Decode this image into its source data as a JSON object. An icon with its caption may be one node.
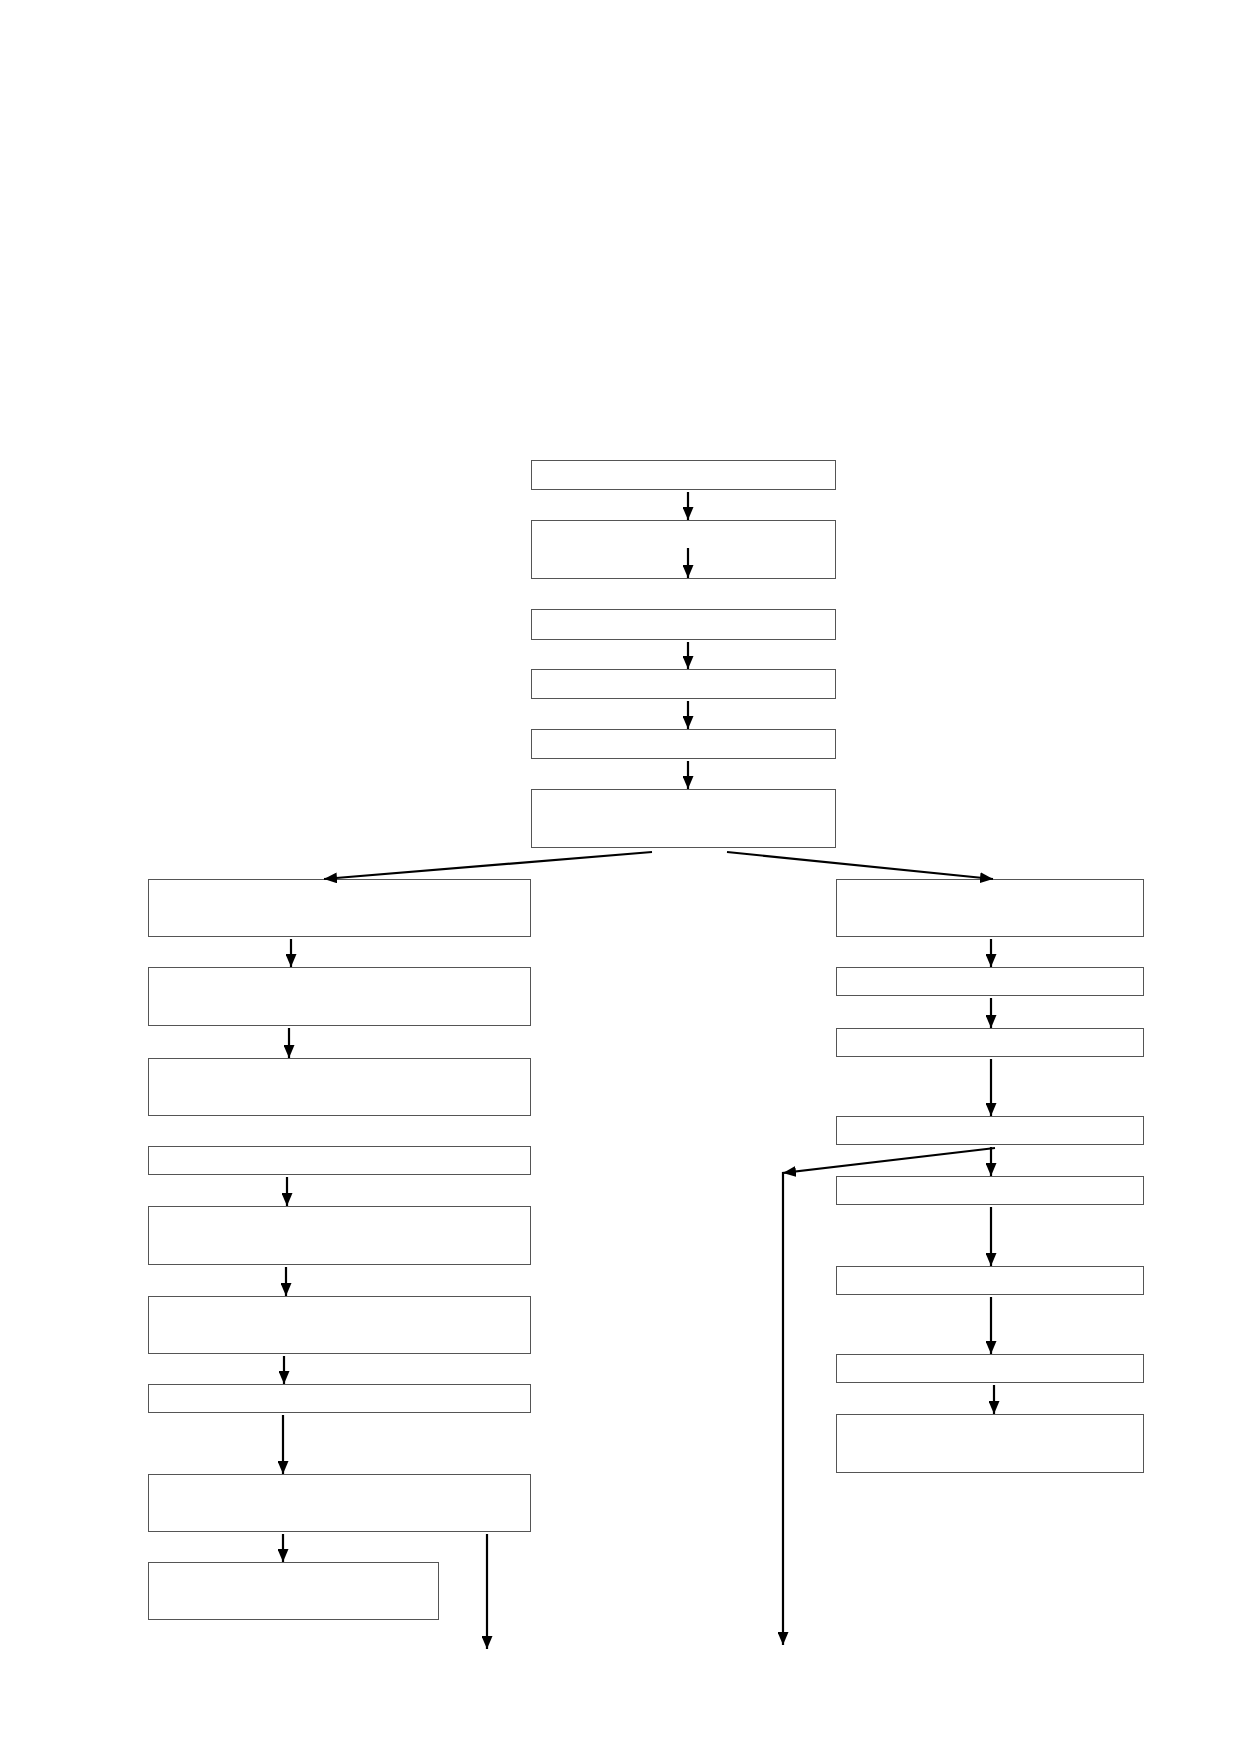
{
  "diagram": {
    "nodes": [
      {
        "text": [],
        "shape": "box"
      },
      {
        "text": [],
        "shape": "box"
      },
      {
        "text": [],
        "shape": "box"
      },
      {
        "text": [],
        "shape": "box"
      },
      {
        "text": [],
        "shape": "box"
      },
      {
        "text": [],
        "shape": "box"
      },
      {
        "text": [],
        "shape": "box"
      },
      {
        "text": [],
        "shape": "box"
      },
      {
        "text": [],
        "shape": "box"
      },
      {
        "text": [],
        "shape": "box"
      },
      {
        "text": [],
        "shape": "box"
      },
      {
        "text": [],
        "shape": "box"
      },
      {
        "text": [],
        "shape": "box"
      },
      {
        "text": [],
        "shape": "box"
      },
      {
        "text": [],
        "shape": "box"
      },
      {
        "text": [],
        "shape": "box"
      },
      {
        "text": [],
        "shape": "box"
      },
      {
        "text": [],
        "shape": "box"
      },
      {
        "text": [],
        "shape": "box"
      },
      {
        "text": [],
        "shape": "box"
      },
      {
        "text": [],
        "shape": "box"
      },
      {
        "text": [],
        "shape": "box"
      },
      {
        "text": [],
        "shape": "box"
      }
    ],
    "edges": [
      {
        "from": 0,
        "to": 1,
        "arrow": "to"
      },
      {
        "from": null,
        "to": 1,
        "arrow": "to"
      },
      {
        "from": 2,
        "to": 3,
        "arrow": "to"
      },
      {
        "from": 3,
        "to": 4,
        "arrow": "to"
      },
      {
        "from": 4,
        "to": 5,
        "arrow": "to"
      },
      {
        "from": 5,
        "to": 6,
        "arrow": "to"
      },
      {
        "from": 5,
        "to": 15,
        "arrow": "to"
      },
      {
        "from": 6,
        "to": 7,
        "arrow": "to"
      },
      {
        "from": 7,
        "to": 8,
        "arrow": "to"
      },
      {
        "from": 9,
        "to": 10,
        "arrow": "to"
      },
      {
        "from": 10,
        "to": 11,
        "arrow": "to"
      },
      {
        "from": 11,
        "to": 12,
        "arrow": "to"
      },
      {
        "from": 12,
        "to": 13,
        "arrow": "to"
      },
      {
        "from": 13,
        "to": 14,
        "arrow": "to"
      },
      {
        "from": 13,
        "to": null,
        "arrow": "to"
      },
      {
        "from": 15,
        "to": 16,
        "arrow": "to"
      },
      {
        "from": 16,
        "to": 17,
        "arrow": "to"
      },
      {
        "from": 17,
        "to": 18,
        "arrow": "to"
      },
      {
        "from": 18,
        "to": 19,
        "arrow": "to"
      },
      {
        "from": 18,
        "to": null,
        "arrow": "to"
      },
      {
        "from": 19,
        "to": 20,
        "arrow": "to"
      },
      {
        "from": 20,
        "to": 21,
        "arrow": "to"
      },
      {
        "from": 21,
        "to": 22,
        "arrow": "to"
      }
    ]
  }
}
